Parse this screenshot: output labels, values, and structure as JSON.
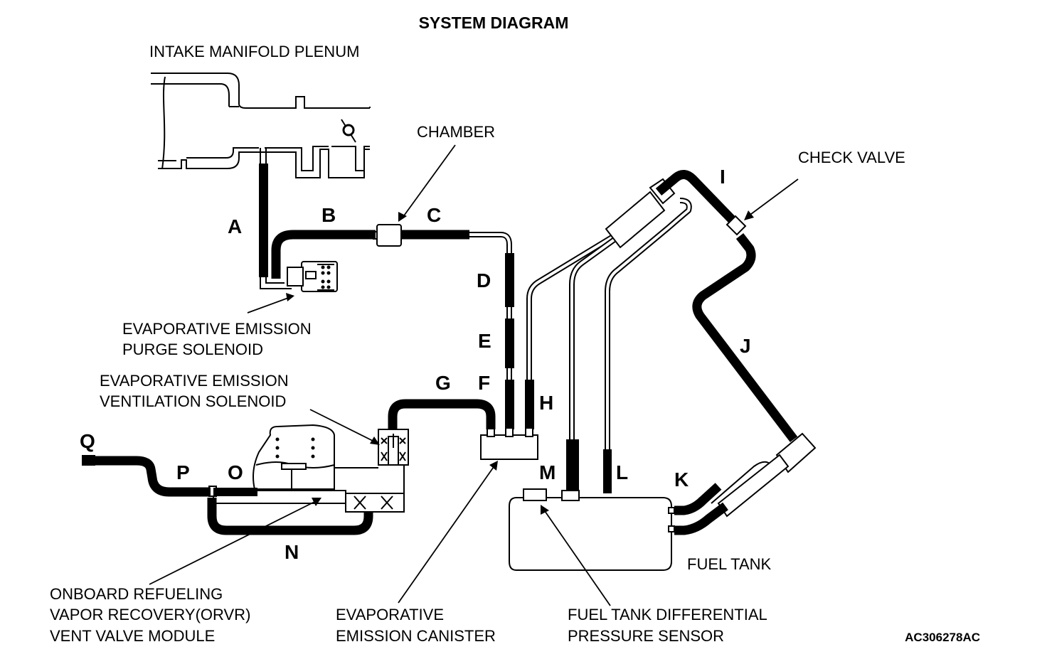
{
  "title": "SYSTEM DIAGRAM",
  "reference_code": "AC306278AC",
  "labels": {
    "intake_manifold": "INTAKE MANIFOLD PLENUM",
    "chamber": "CHAMBER",
    "check_valve": "CHECK VALVE",
    "purge_solenoid_1": "EVAPORATIVE EMISSION",
    "purge_solenoid_2": "PURGE SOLENOID",
    "vent_solenoid_1": "EVAPORATIVE EMISSION",
    "vent_solenoid_2": "VENTILATION SOLENOID",
    "orvr_1": "ONBOARD REFUELING",
    "orvr_2": "VAPOR RECOVERY(ORVR)",
    "orvr_3": "VENT VALVE MODULE",
    "canister_1": "EVAPORATIVE",
    "canister_2": "EMISSION CANISTER",
    "sensor_1": "FUEL TANK DIFFERENTIAL",
    "sensor_2": "PRESSURE SENSOR",
    "fuel_tank": "FUEL TANK"
  },
  "hose_letters": {
    "A": "A",
    "B": "B",
    "C": "C",
    "D": "D",
    "E": "E",
    "F": "F",
    "G": "G",
    "H": "H",
    "I": "I",
    "J": "J",
    "K": "K",
    "L": "L",
    "M": "M",
    "N": "N",
    "O": "O",
    "P": "P",
    "Q": "Q"
  }
}
